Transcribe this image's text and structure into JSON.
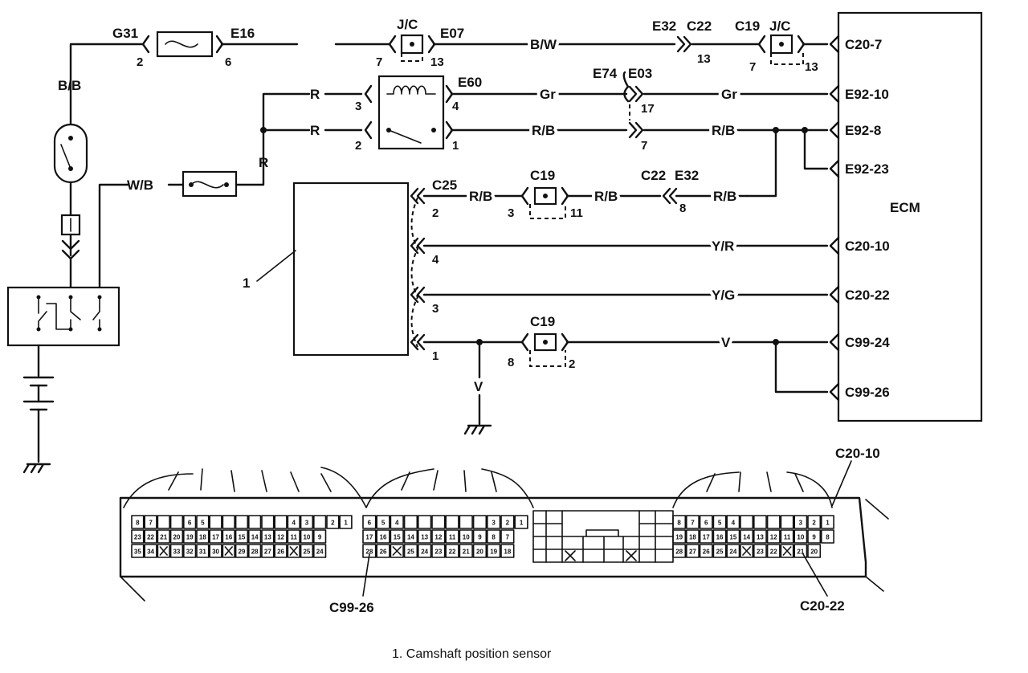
{
  "diagram": {
    "wires": {
      "g31": "G31",
      "e16": "E16",
      "bb": "B/B",
      "wb": "W/B",
      "r_vert": "R",
      "r1": "R",
      "r2": "R",
      "jc1": "J/C",
      "e07": "E07",
      "bw": "B/W",
      "e32_top": "E32",
      "c22_top": "C22",
      "c19_top": "C19",
      "jc2": "J/C",
      "e60": "E60",
      "gr1": "Gr",
      "e74": "E74",
      "e03": "E03",
      "gr2": "Gr",
      "rb1": "R/B",
      "rb2": "R/B",
      "c25": "C25",
      "rb3": "R/B",
      "c19_mid": "C19",
      "rb4": "R/B",
      "c22_mid": "C22",
      "e32_mid": "E32",
      "rb5": "R/B",
      "yr": "Y/R",
      "yg": "Y/G",
      "c19_low": "C19",
      "v1": "V",
      "v2": "V"
    },
    "pins": {
      "g31_pin": "2",
      "e16_pin": "6",
      "jc1_left": "7",
      "jc1_right": "13",
      "c22_pin": "13",
      "jc2_left": "7",
      "jc2_right": "13",
      "relay_3": "3",
      "relay_4": "4",
      "relay_2": "2",
      "relay_1": "1",
      "e03_17": "17",
      "e03_7": "7",
      "s2": "2",
      "s4": "4",
      "s3": "3",
      "s1": "1",
      "c19m_left": "3",
      "c19m_right": "11",
      "e32m_pin": "8",
      "c19l_left": "8",
      "c19l_right": "2"
    },
    "ecm": {
      "label": "ECM",
      "terminals": [
        "C20-7",
        "E92-10",
        "E92-8",
        "E92-23",
        "C20-10",
        "C20-22",
        "C99-24",
        "C99-26"
      ]
    },
    "component_number": "1",
    "connector_view": {
      "callouts": {
        "c20_10": "C20-10",
        "c99_26": "C99-26",
        "c20_22": "C20-22"
      },
      "block1": {
        "r1": [
          "8",
          "7",
          "",
          "",
          "6",
          "5",
          "",
          "",
          "",
          "",
          "",
          "",
          "4",
          "3",
          "",
          "2",
          "1"
        ],
        "r2": [
          "23",
          "22",
          "21",
          "20",
          "19",
          "18",
          "17",
          "16",
          "15",
          "14",
          "13",
          "12",
          "11",
          "10",
          "9"
        ],
        "r3": [
          "35",
          "34",
          "",
          "33",
          "32",
          "31",
          "30",
          "",
          "29",
          "28",
          "27",
          "26",
          "",
          "25",
          "24"
        ]
      },
      "block2": {
        "r1": [
          "6",
          "5",
          "4",
          "",
          "",
          "",
          "",
          "",
          "",
          "3",
          "2",
          "1"
        ],
        "r2": [
          "17",
          "16",
          "15",
          "14",
          "13",
          "12",
          "11",
          "10",
          "9",
          "8",
          "7"
        ],
        "r3": [
          "28",
          "26",
          "",
          "25",
          "24",
          "23",
          "22",
          "21",
          "20",
          "19",
          "18"
        ]
      },
      "block3": {
        "r1": [
          "8",
          "7",
          "6",
          "5",
          "4",
          "",
          "",
          "",
          "",
          "3",
          "2",
          "1"
        ],
        "r2": [
          "19",
          "18",
          "17",
          "16",
          "15",
          "14",
          "13",
          "12",
          "11",
          "10",
          "9",
          "8"
        ],
        "r3": [
          "28",
          "27",
          "26",
          "25",
          "24",
          "",
          "23",
          "22",
          "",
          "21",
          "20"
        ]
      }
    },
    "caption": "1.   Camshaft position sensor"
  }
}
